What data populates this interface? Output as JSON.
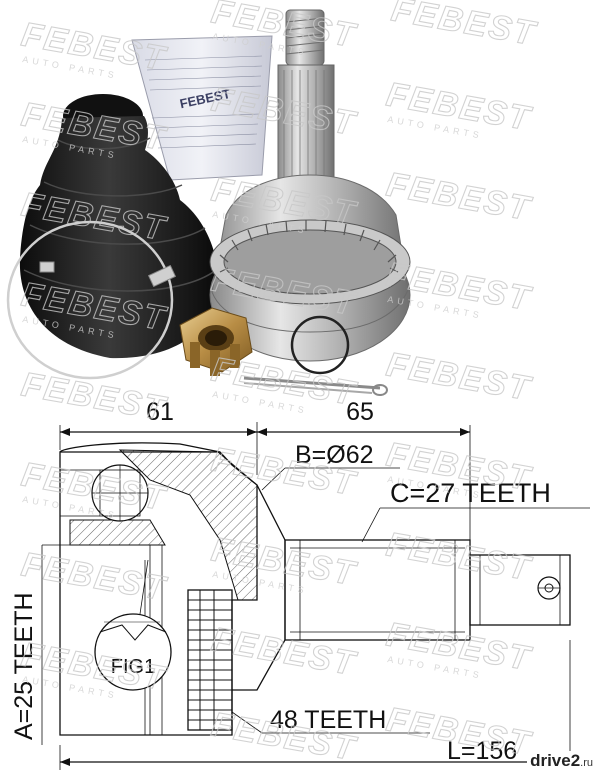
{
  "photo": {
    "package_brand": "FEBEST",
    "parts": [
      "boot-package",
      "cv-boot",
      "outer-cv-joint",
      "castle-nut",
      "cotter-pin",
      "clamp-ring",
      "snap-ring"
    ]
  },
  "drawing": {
    "dim_left": "61",
    "dim_right": "65",
    "label_b": "B=Ø62",
    "label_c": "C=27 TEETH",
    "label_a": "A=25 TEETH",
    "label_fig": "FIG1",
    "label_abs": "48 TEETH",
    "label_l": "L=156"
  },
  "watermark": {
    "brand": "FEBEST",
    "sub": "AUTO PARTS"
  },
  "badge": {
    "main": "drive2",
    "tld": ".ru"
  },
  "colors": {
    "watermark": "#c8c8c8",
    "boot": "#1a1a1a",
    "metal": "#b8b8b8",
    "nut": "#c9a25a",
    "ink": "#111111"
  }
}
